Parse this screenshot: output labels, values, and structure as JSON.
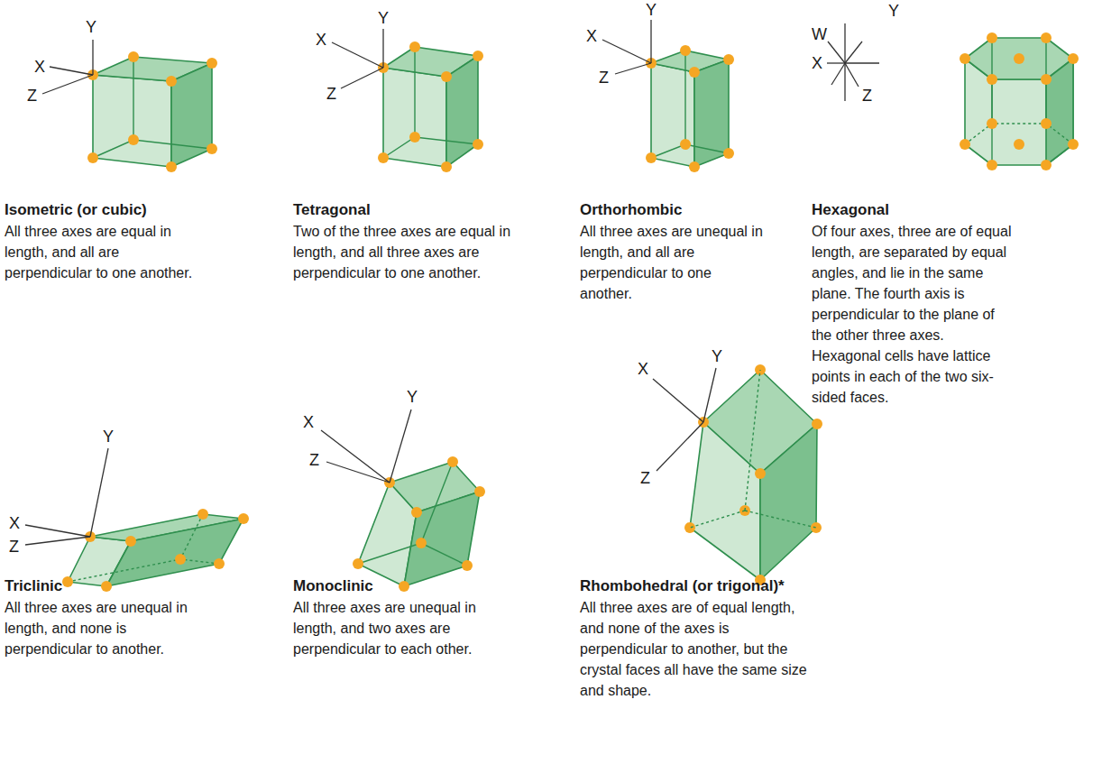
{
  "diagram": {
    "labels": [
      "Y",
      "X",
      "Z",
      "Isometric (or cubic)",
      "All three axes are equal in length, and all are perpendicular to one another.",
      "Y",
      "X",
      "Z",
      "Tetragonal",
      "Two of the three axes are equal in length, and all three axes are perpendicular to one another.",
      "Y",
      "X",
      "Z",
      "Orthorhombic",
      "All three axes are unequal in length, and all are perpendicular to one another.",
      "Y",
      "W",
      "X",
      "Z",
      "Hexagonal",
      "Of four axes, three are of equal length, are separated by equal angles, and lie in the same plane. The fourth axis is perpendicular to the plane of the other three axes. Hexagonal cells have lattice points in each of the two six-sided faces.",
      "Y",
      "X",
      "Z",
      "Triclinic",
      "All three axes are unequal in length, and none is perpendicular to another.",
      "X",
      "Y",
      "Z",
      "Monoclinic",
      "All three axes are unequal in length, and two axes are perpendicular to each other.",
      "X",
      "Y",
      "Z",
      "Rhombohedral (or trigonal)*",
      "All three axes are of equal length, and none of the axes is perpendicular to another, but the crystal faces all have the same size and shape."
    ]
  }
}
